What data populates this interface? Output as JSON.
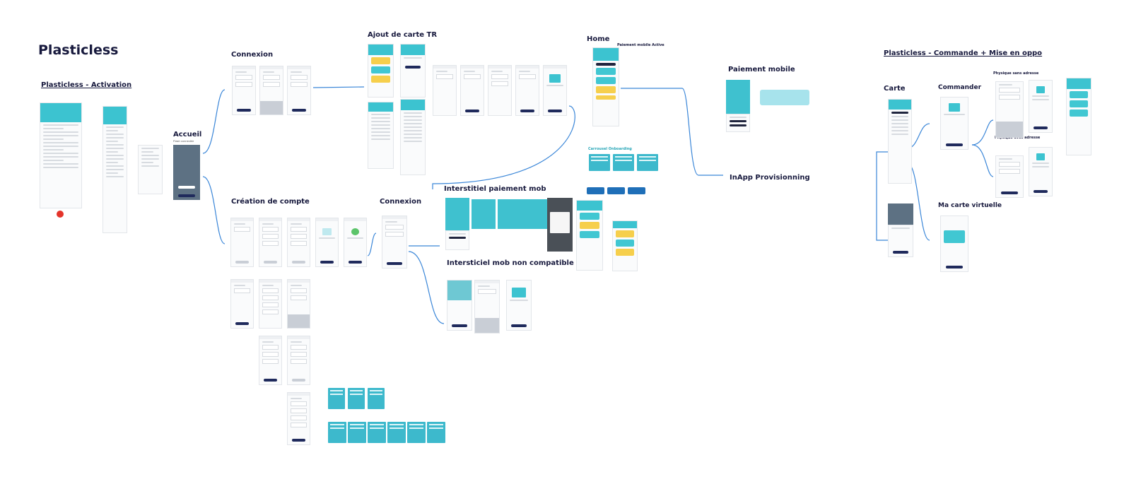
{
  "title": "Plasticless",
  "activation": {
    "title": "Plasticless - Activation"
  },
  "commande": {
    "title": "Plasticless - Commande + Mise en oppo"
  },
  "sections": {
    "accueil": "Accueil",
    "accueil_sub": "Flash connectée",
    "connexion": "Connexion",
    "connexion2": "Connexion",
    "creation": "Création de compte",
    "ajout": "Ajout de carte TR",
    "home": "Home",
    "home_sub": "Paiement mobile Active",
    "paiement": "Paiement mobile",
    "inapp": "InApp Provisionning",
    "carrousel": "Carrousel Onboarding",
    "interstitiel": "Interstitiel paiement mob",
    "interstitiel_nc": "Intersticiel mob non compatible",
    "carte": "Carte",
    "commander": "Commander",
    "virtuelle": "Ma carte virtuelle",
    "physique_sans": "Physique sans adresse",
    "physique_avec": "Physique avec adresse"
  },
  "colors": {
    "accent": "#3cc3d0",
    "navy": "#17193d",
    "arrow": "#3a86d8",
    "button": "#1f2a5c",
    "yellow": "#f6cf4c",
    "pink": "#e54b87"
  }
}
